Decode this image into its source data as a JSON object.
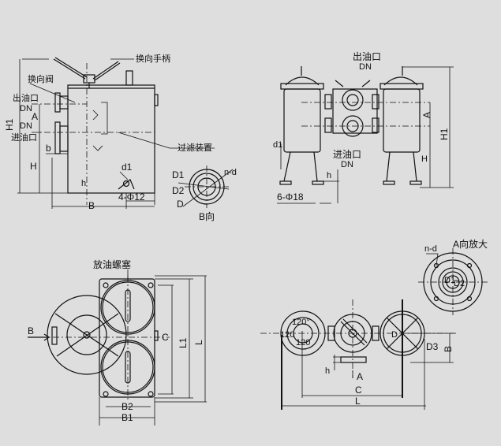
{
  "front_view": {
    "handle_label": "换向手柄",
    "valve_label": "换向阀",
    "outlet_label": "出油口",
    "outlet_dn": "DN",
    "inlet_dn": "DN",
    "inlet_label": "进油口",
    "filter_label": "过滤装置",
    "dim_h1": "H1",
    "dim_a": "A",
    "dim_h": "H",
    "dim_b": "b",
    "dim_B": "B",
    "dim_d1": "d1",
    "holes": "4-Φ12",
    "dim_h_small": "h"
  },
  "flange_view": {
    "d1": "D1",
    "d2": "D2",
    "d": "D",
    "nd": "n-d",
    "title": "B向"
  },
  "side_view": {
    "outlet_label": "出油口",
    "outlet_dn": "DN",
    "inlet_label": "进油口",
    "inlet_dn": "DN",
    "dim_a": "A",
    "dim_h1": "H1",
    "dim_h": "H",
    "dim_d1": "d1",
    "dim_h_small": "h",
    "holes": "6-Φ18"
  },
  "top_view": {
    "drain_label": "放油螺塞",
    "arrow_b": "B",
    "dim_c": "C",
    "dim_l1": "L1",
    "dim_l": "L",
    "dim_b2": "B2",
    "dim_b1": "B1"
  },
  "plan_view": {
    "enlarge_title": "A向放大",
    "nd": "n-d",
    "angle1": "120°",
    "angle2": "120",
    "angle3": "120",
    "d3": "D3",
    "d_label": "D",
    "dim_b": "B",
    "dim_h": "h",
    "arrow_a": "A",
    "dim_c": "C",
    "dim_l": "L",
    "d1": "D1",
    "d2": "D2"
  }
}
